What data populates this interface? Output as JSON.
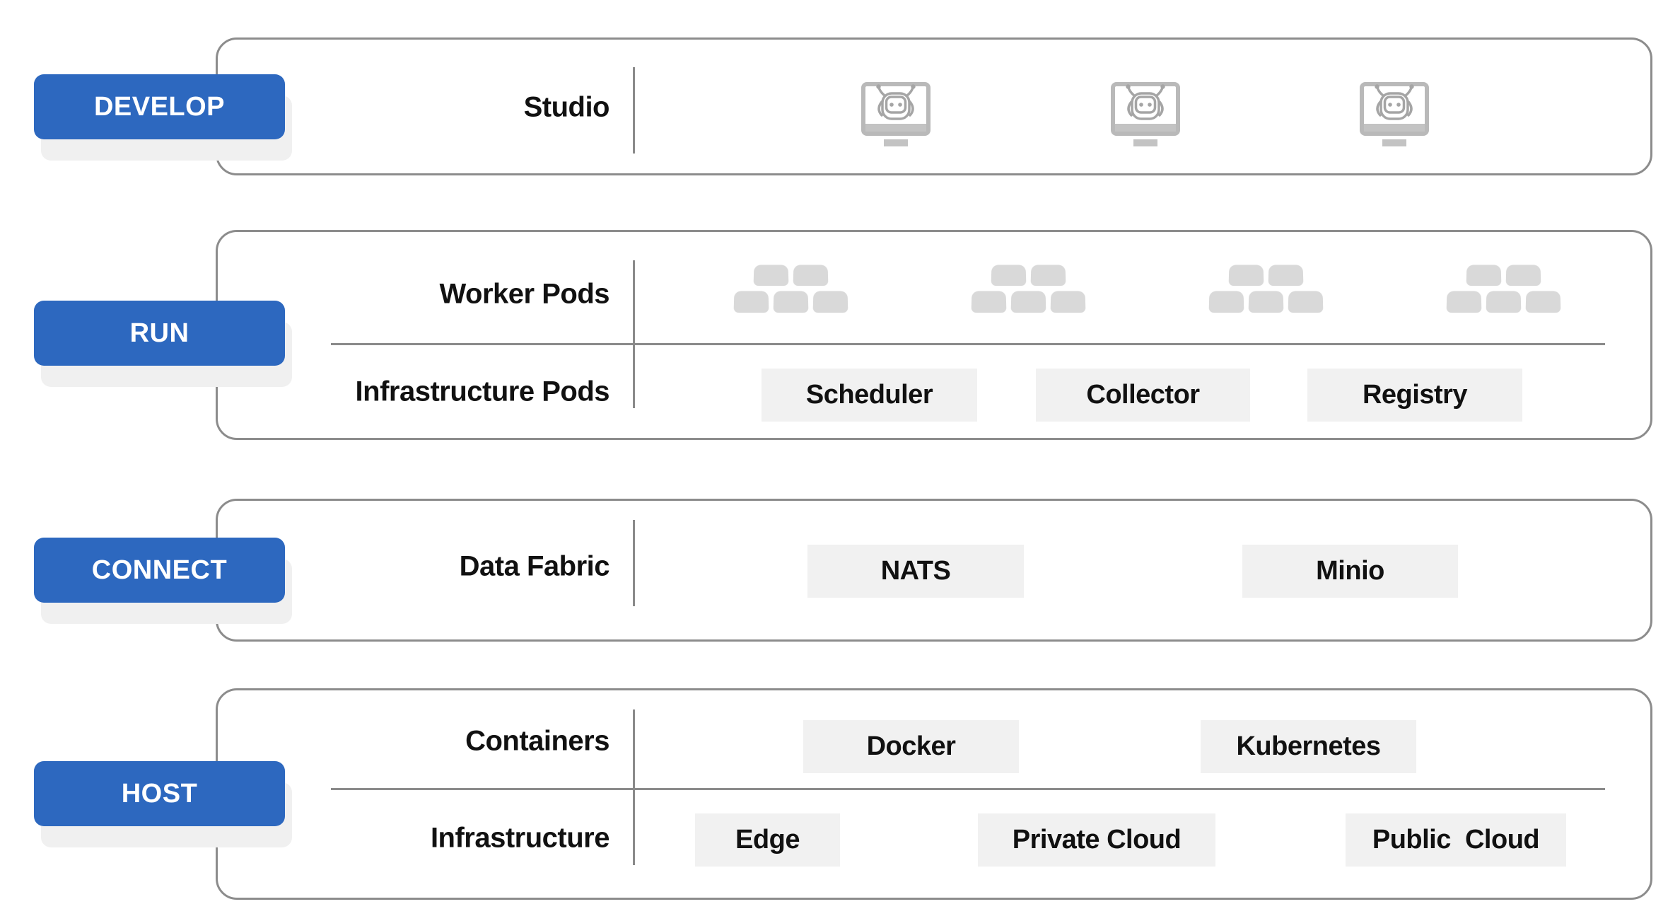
{
  "diagram": {
    "develop": {
      "badge_label": "DEVELOP",
      "row_label": "Studio",
      "icons": [
        "robot-monitor-icon",
        "robot-monitor-icon",
        "robot-monitor-icon"
      ]
    },
    "run": {
      "badge_label": "RUN",
      "worker_row_label": "Worker Pods",
      "infra_row_label": "Infrastructure Pods",
      "worker_cluster_count": 4,
      "infra_chips": [
        "Scheduler",
        "Collector",
        "Registry"
      ]
    },
    "connect": {
      "badge_label": "CONNECT",
      "row_label": "Data Fabric",
      "chips": [
        "NATS",
        "Minio"
      ]
    },
    "host": {
      "badge_label": "HOST",
      "containers_row_label": "Containers",
      "infra_row_label": "Infrastructure",
      "container_chips": [
        "Docker",
        "Kubernetes"
      ],
      "infra_chips": [
        "Edge",
        "Private Cloud",
        "Public  Cloud"
      ]
    },
    "colors": {
      "badge_blue": "#2d68bf",
      "badge_text": "#ffffff",
      "box_border": "#8c8c8c",
      "divider": "#8a8a8a",
      "chip_bg": "#f1f1f1",
      "pod_fill": "#d9d9d9",
      "icon_gray": "#b9b9b9",
      "icon_face": "#a5a5a5",
      "label_text": "#111111",
      "badge_shadow": "#f0f0f0"
    }
  }
}
